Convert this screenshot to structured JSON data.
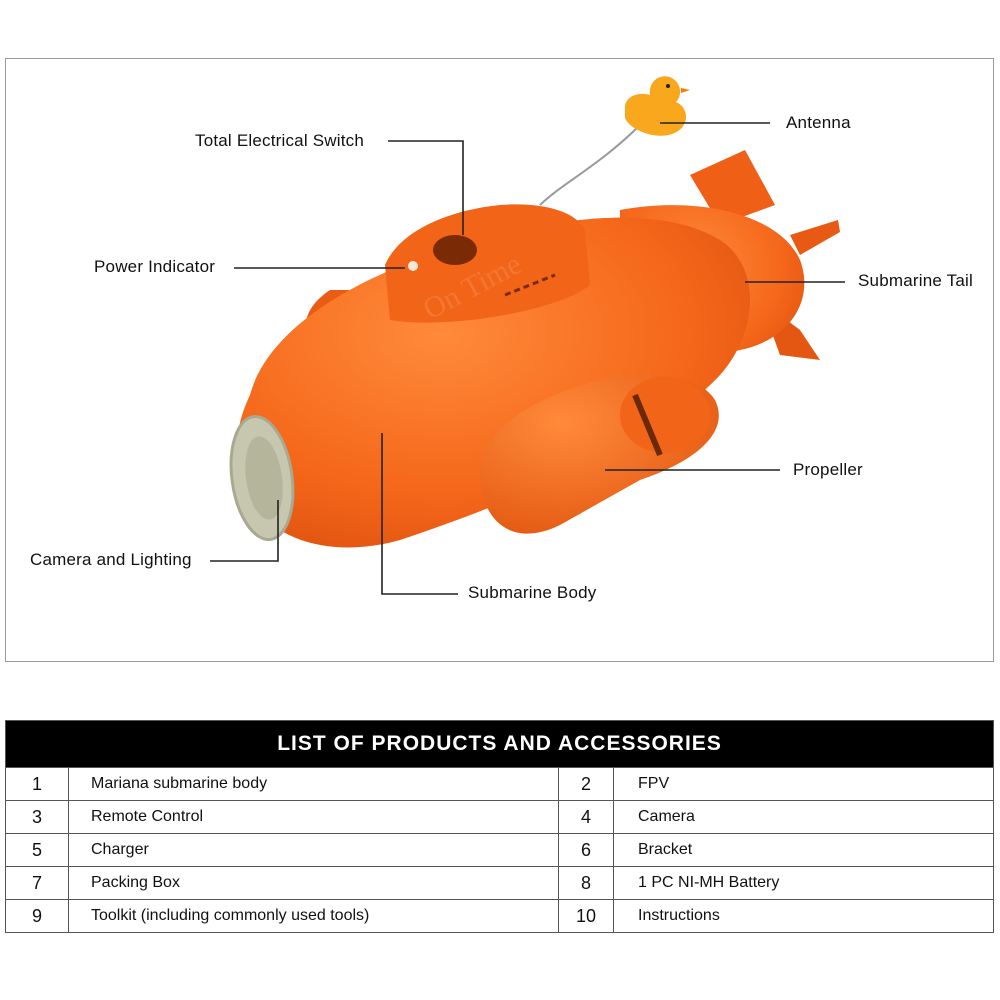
{
  "diagram": {
    "callouts": {
      "total_switch": "Total Electrical Switch",
      "antenna": "Antenna",
      "power_indicator": "Power Indicator",
      "submarine_tail": "Submarine Tail",
      "propeller": "Propeller",
      "camera_lighting": "Camera and Lighting",
      "submarine_body": "Submarine Body"
    },
    "colors": {
      "body": "#f5671a",
      "body_dark": "#d94e0c",
      "duck": "#f9a71d",
      "lens": "#c7c7b0"
    }
  },
  "table": {
    "title": "LIST OF PRODUCTS AND ACCESSORIES",
    "rows": [
      [
        {
          "num": "1",
          "item": "Mariana submarine body"
        },
        {
          "num": "2",
          "item": "FPV"
        }
      ],
      [
        {
          "num": "3",
          "item": "Remote Control"
        },
        {
          "num": "4",
          "item": "Camera"
        }
      ],
      [
        {
          "num": "5",
          "item": "Charger"
        },
        {
          "num": "6",
          "item": "Bracket"
        }
      ],
      [
        {
          "num": "7",
          "item": "Packing Box"
        },
        {
          "num": "8",
          "item": "1 PC NI-MH Battery"
        }
      ],
      [
        {
          "num": "9",
          "item": "Toolkit (including commonly used tools)"
        },
        {
          "num": "10",
          "item": "Instructions"
        }
      ]
    ]
  }
}
